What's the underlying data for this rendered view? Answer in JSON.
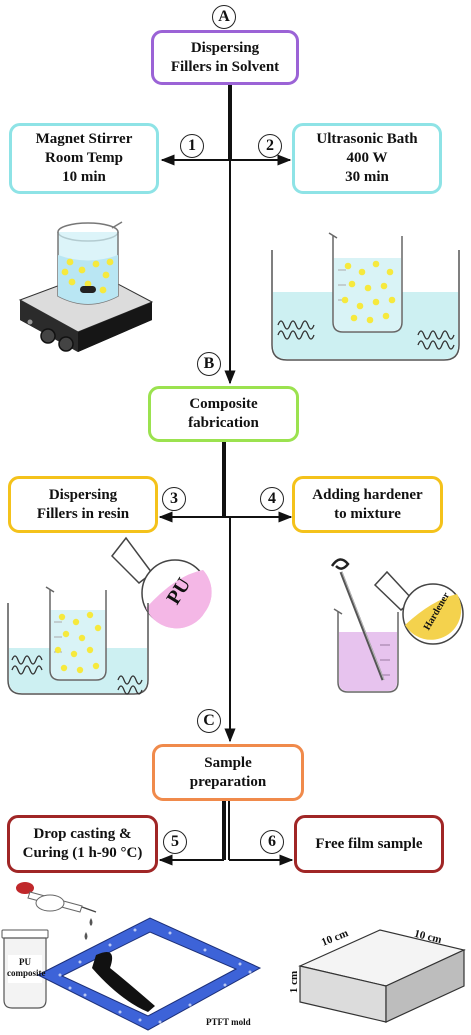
{
  "steps": {
    "a": "A",
    "b": "B",
    "c": "C"
  },
  "numbers": [
    "1",
    "2",
    "3",
    "4",
    "5",
    "6"
  ],
  "boxes": {
    "dispersing_solvent": [
      "Dispersing",
      "Fillers in Solvent"
    ],
    "magnet_stirrer": [
      "Magnet Stirrer",
      "Room Temp",
      "10 min"
    ],
    "ultrasonic_bath": [
      "Ultrasonic Bath",
      "400 W",
      "30 min"
    ],
    "composite_fabrication": [
      "Composite",
      "fabrication"
    ],
    "dispersing_resin": [
      "Dispersing",
      "Fillers in resin"
    ],
    "adding_hardener": [
      "Adding hardener",
      "to mixture"
    ],
    "sample_preparation": [
      "Sample",
      "preparation"
    ],
    "drop_casting": [
      "Drop casting &",
      "Curing (1 h-90 °C)"
    ],
    "free_film": [
      "Free film sample"
    ]
  },
  "labels": {
    "pu_flask": "PU",
    "hardener_flask": "Hardener",
    "pu_bottle": [
      "PU",
      "composite"
    ],
    "mold": "PTFT mold",
    "dim_width": "10 cm",
    "dim_depth": "10 cm",
    "dim_height": "1 cm"
  },
  "colors": {
    "purple": "#9b63d6",
    "cyan": "#8ee3e6",
    "green": "#9be24f",
    "yellow": "#f4c21b",
    "orange": "#f08a4b",
    "red": "#a02626",
    "water": "#cdf0f2",
    "hardener_liquid": "#e7c3ee",
    "pu_flask": "#f4b7e6",
    "hardener_flask": "#f4d24d",
    "mold_blue": "#3d63d8"
  }
}
